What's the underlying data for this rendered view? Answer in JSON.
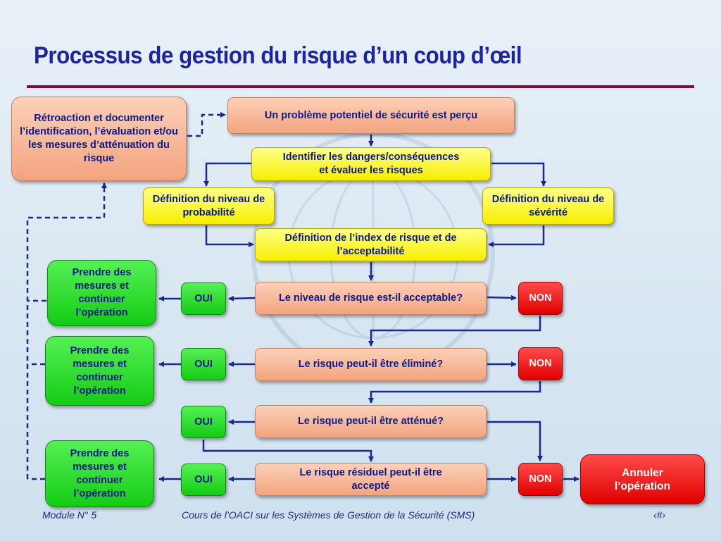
{
  "title": "Processus de gestion du risque d’un coup d’œil",
  "feedback_box": "Rétroaction et documenter l’identification, l’évaluation et/ou les mesures d’atténuation du risque",
  "steps": {
    "perceived": "Un problème potentiel de sécurité est perçu",
    "identify": "Identifier les dangers/conséquences et évaluer les risques",
    "probability": "Définition du niveau de probabilité",
    "severity": "Définition du niveau de sévérité",
    "index": "Définition de l’index de risque et de l’acceptabilité"
  },
  "questions": {
    "acceptable": "Le niveau de risque est-il acceptable?",
    "eliminate": "Le risque peut-il être éliminé?",
    "mitigate": "Le risque peut-il être atténué?",
    "residual": "Le risque résiduel peut-il être accepté"
  },
  "yes_label": "OUI",
  "no_label": "NON",
  "action_box": "Prendre des mesures et continuer l’opération",
  "cancel_box": "Annuler l’opération",
  "footer": {
    "module": "Module N° 5",
    "course": "Cours de l’OACI sur les Systèmes de Gestion de la Sécurité (SMS)",
    "page": "‹#›"
  },
  "colors": {
    "title": "#1d24a0",
    "rule": "#7d1236",
    "arrow": "#1a2a8c",
    "salmon": "#f5b494",
    "yellow": "#f6ee00",
    "green": "#14cc14",
    "red": "#e00000"
  }
}
